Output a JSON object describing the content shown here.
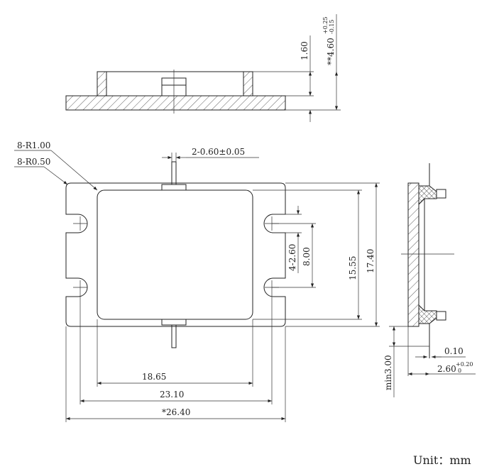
{
  "drawing": {
    "top_view": {
      "dim_height": "1.60",
      "dim_total": "**4.60",
      "tol_plus": "+0.25",
      "tol_minus": "-0.15"
    },
    "front_view": {
      "radius_outer": "8-R1.00",
      "radius_inner": "8-R0.50",
      "pin_width": "2-0.60±0.05",
      "hole_dia": "4-2.60",
      "hole_pitch_v": "8.00",
      "inner_height": "15.55",
      "outer_height": "17.40",
      "inner_width": "18.65",
      "hole_pitch_h": "23.10",
      "outer_width": "*26.40"
    },
    "side_view": {
      "gap": "0.10",
      "depth": "2.60",
      "depth_tol_plus": "+0.20",
      "depth_tol_minus": "0",
      "lead_min": "min3.00"
    },
    "unit_label": "Unit：mm"
  }
}
